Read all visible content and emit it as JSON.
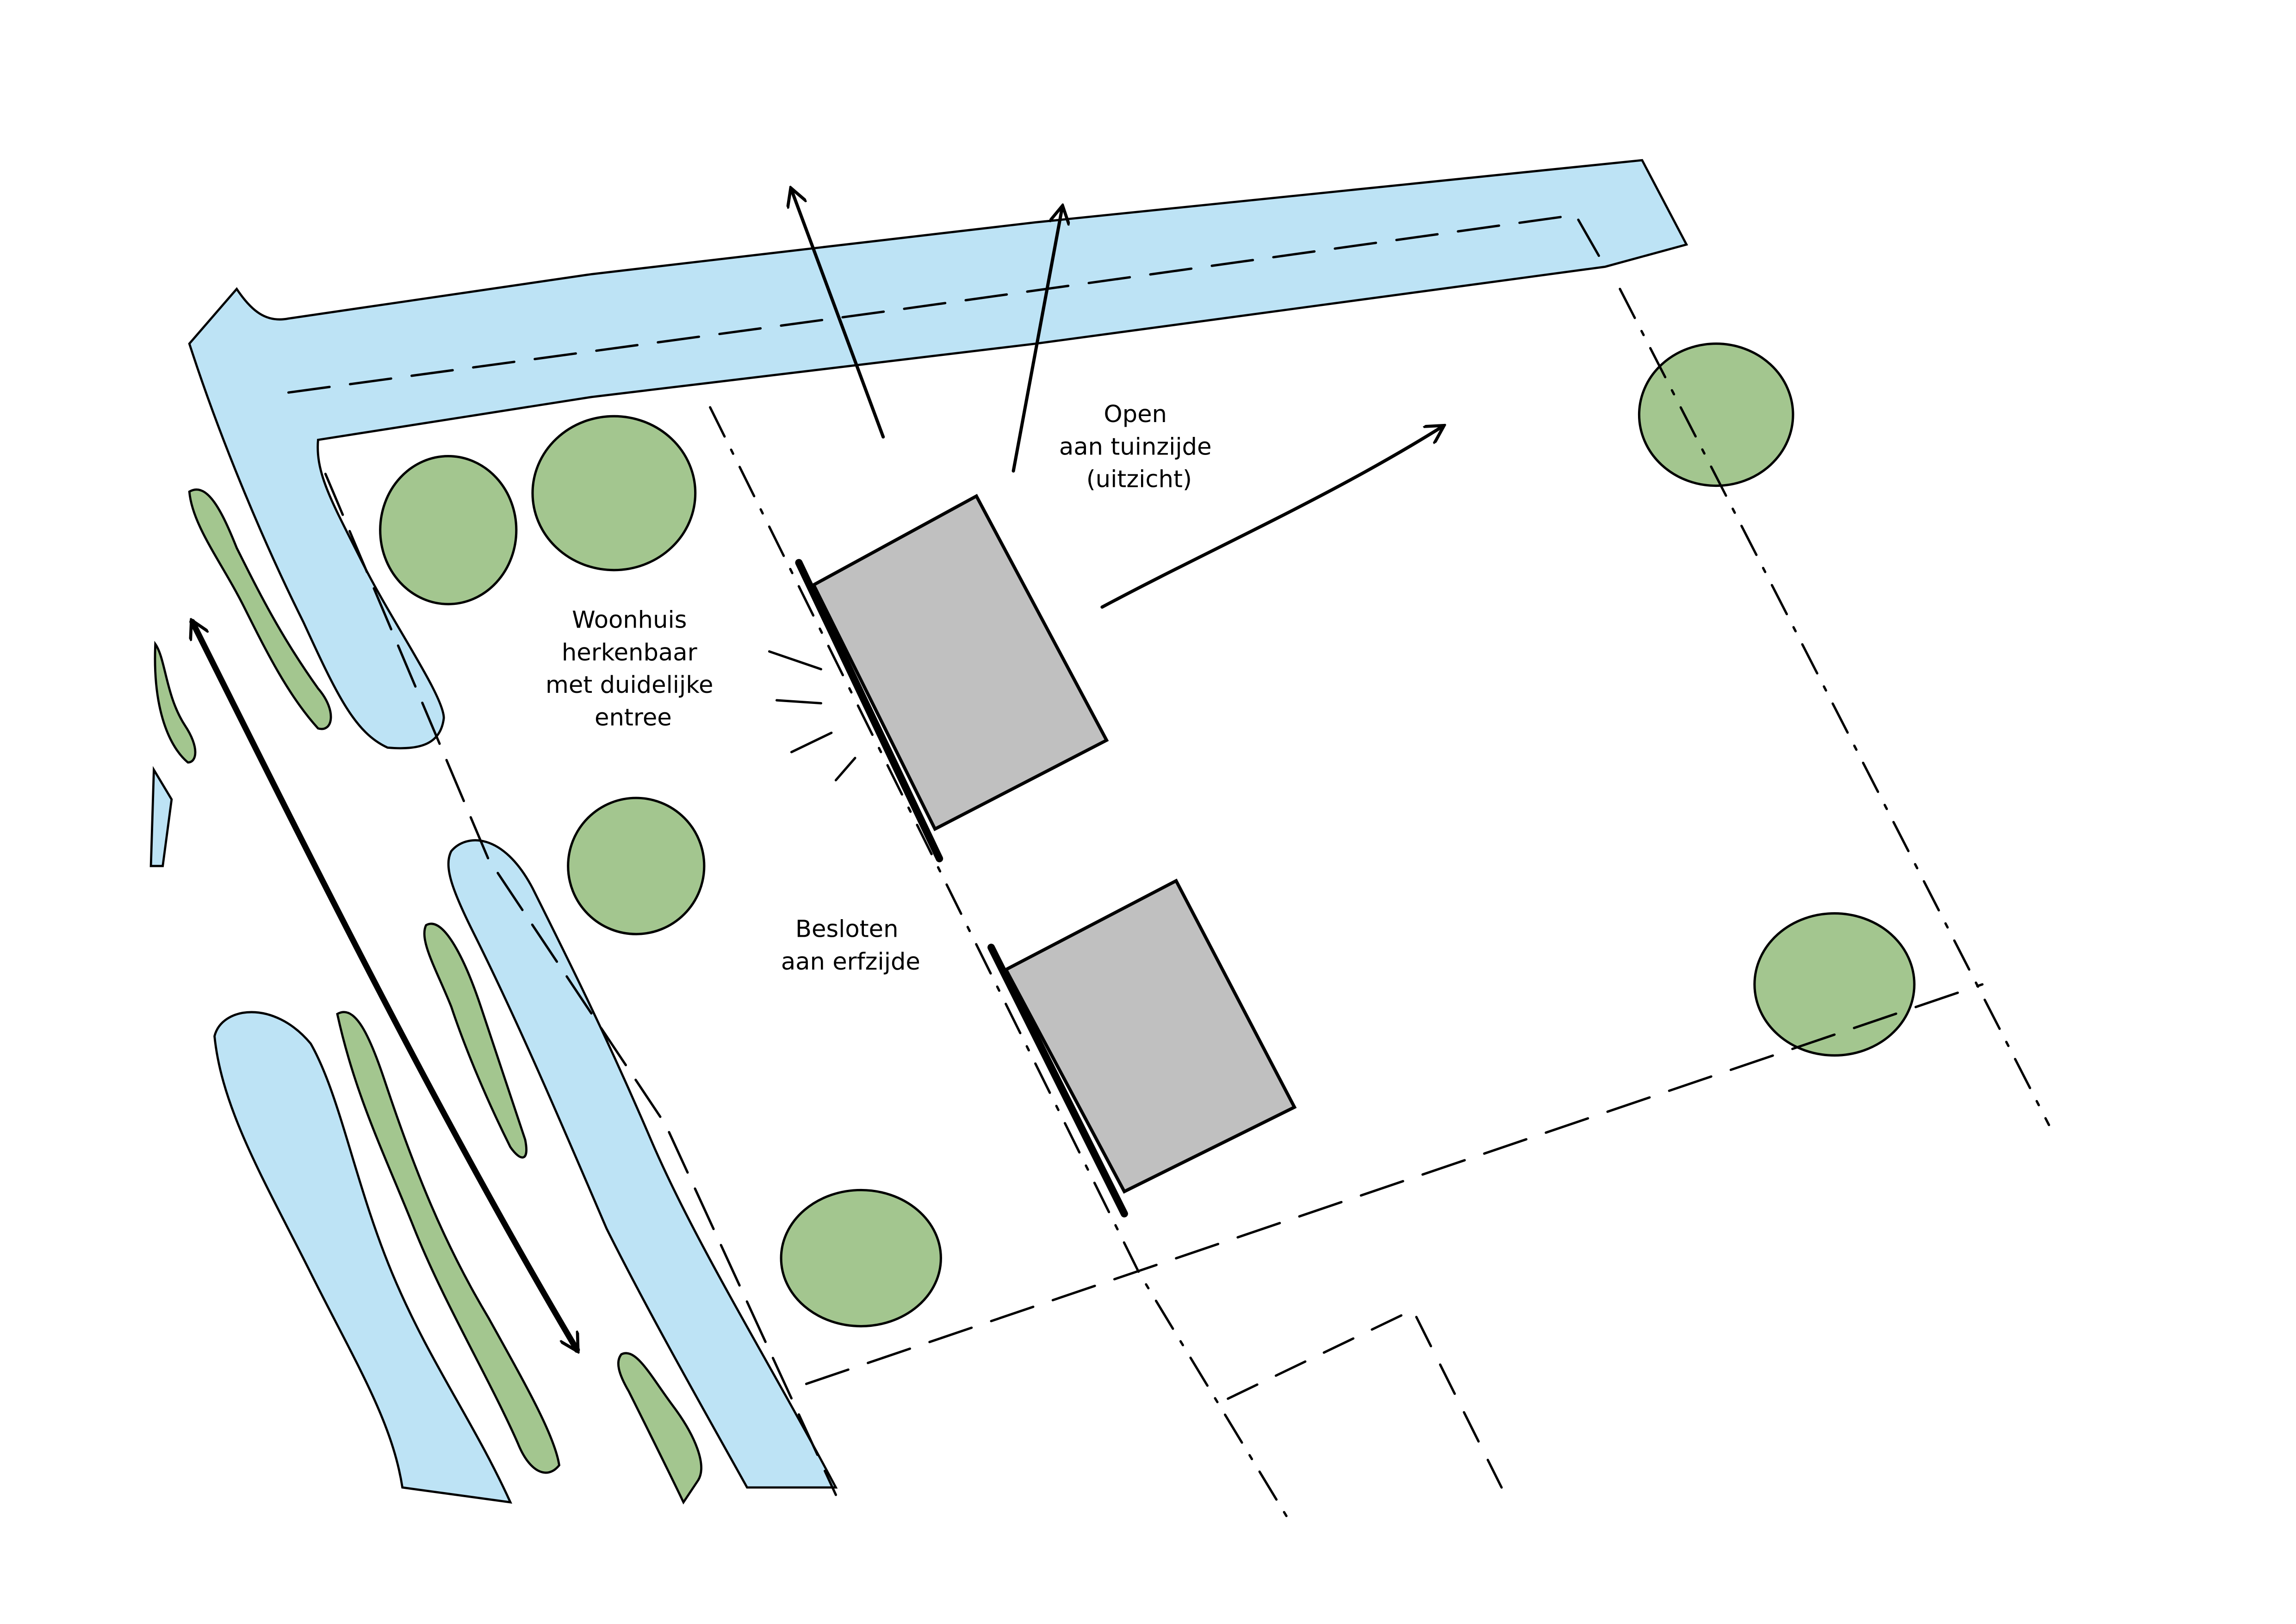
{
  "colors": {
    "water": "#bde3f5",
    "green": "#a3c68f",
    "building": "#c0c0c0",
    "ink": "#000000"
  },
  "labels": {
    "woonhuis": [
      "Woonhuis",
      "herkenbaar",
      "met duidelijke",
      "entree"
    ],
    "open": [
      "Open",
      "aan tuinzijde",
      "(uitzicht)"
    ],
    "besloten": [
      "Besloten",
      "aan erfzijde"
    ]
  }
}
